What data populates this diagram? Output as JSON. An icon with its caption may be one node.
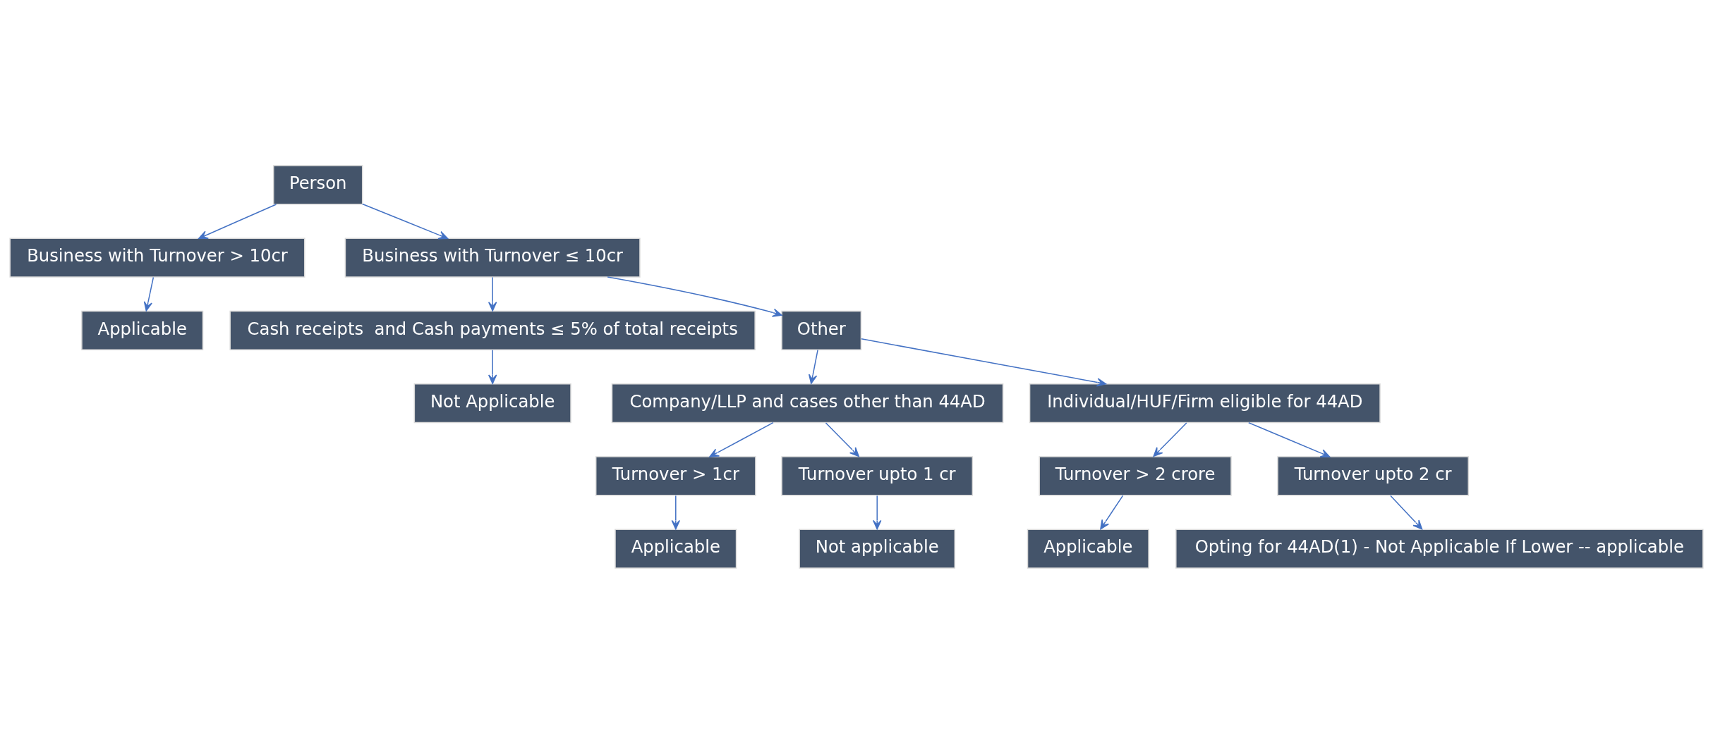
{
  "diagram": {
    "nodes": [
      {
        "text": [
          "Person"
        ]
      },
      {
        "text": [
          "Business with Turnover > 10cr"
        ]
      },
      {
        "text": [
          "Business with Turnover ≤ 10cr"
        ]
      },
      {
        "text": [
          "Applicable"
        ]
      },
      {
        "text": [
          "Cash receipts  and Cash payments ≤ 5% of total receipts"
        ]
      },
      {
        "text": [
          "Other"
        ]
      },
      {
        "text": [
          "Not Applicable"
        ]
      },
      {
        "text": [
          "Company/LLP and cases other than 44AD"
        ]
      },
      {
        "text": [
          "Individual/HUF/Firm eligible for 44AD"
        ]
      },
      {
        "text": [
          "Turnover > 1cr"
        ]
      },
      {
        "text": [
          "Turnover upto 1 cr"
        ]
      },
      {
        "text": [
          "Turnover > 2 crore"
        ]
      },
      {
        "text": [
          "Turnover upto 2 cr"
        ]
      },
      {
        "text": [
          "Applicable"
        ]
      },
      {
        "text": [
          "Not applicable"
        ]
      },
      {
        "text": [
          "Applicable"
        ]
      },
      {
        "text": [
          "Opting for 44AD(1) - Not Applicable If Lower -- applicable"
        ]
      }
    ],
    "edges": [
      {
        "from": 0,
        "to": 1,
        "arrow": "to"
      },
      {
        "from": 0,
        "to": 2,
        "arrow": "to"
      },
      {
        "from": 1,
        "to": 3,
        "arrow": "to"
      },
      {
        "from": 2,
        "to": 4,
        "arrow": "to"
      },
      {
        "from": 2,
        "to": 5,
        "arrow": "to"
      },
      {
        "from": 4,
        "to": 6,
        "arrow": "to"
      },
      {
        "from": 5,
        "to": 7,
        "arrow": "to"
      },
      {
        "from": 5,
        "to": 8,
        "arrow": "to"
      },
      {
        "from": 7,
        "to": 9,
        "arrow": "to"
      },
      {
        "from": 7,
        "to": 10,
        "arrow": "to"
      },
      {
        "from": 8,
        "to": 11,
        "arrow": "to"
      },
      {
        "from": 8,
        "to": 12,
        "arrow": "to"
      },
      {
        "from": 9,
        "to": 13,
        "arrow": "to"
      },
      {
        "from": 10,
        "to": 14,
        "arrow": "to"
      },
      {
        "from": 11,
        "to": 15,
        "arrow": "to"
      },
      {
        "from": 12,
        "to": 16,
        "arrow": "to"
      }
    ]
  }
}
